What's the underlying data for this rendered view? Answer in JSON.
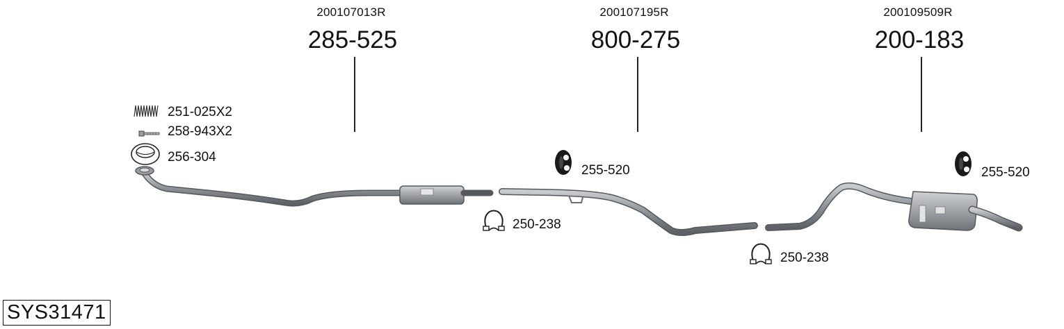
{
  "assemblies": [
    {
      "oem": "200107013R",
      "part": "285-525"
    },
    {
      "oem": "200107195R",
      "part": "800-275"
    },
    {
      "oem": "200109509R",
      "part": "200-183"
    }
  ],
  "accessories": {
    "spring": "251-025X2",
    "bolt": "258-943X2",
    "gasket": "256-304",
    "hanger_1": "255-520",
    "hanger_2": "255-520",
    "clamp_1": "250-238",
    "clamp_2": "250-238"
  },
  "system_code": "SYS31471",
  "colors": {
    "pipe": "#8e9196",
    "pipe_edge": "#55585c",
    "muffler": "#a4a7ab",
    "text": "#111111"
  },
  "icons": [
    "spring-icon",
    "bolt-icon",
    "gasket-icon",
    "hanger-icon",
    "clamp-icon"
  ]
}
